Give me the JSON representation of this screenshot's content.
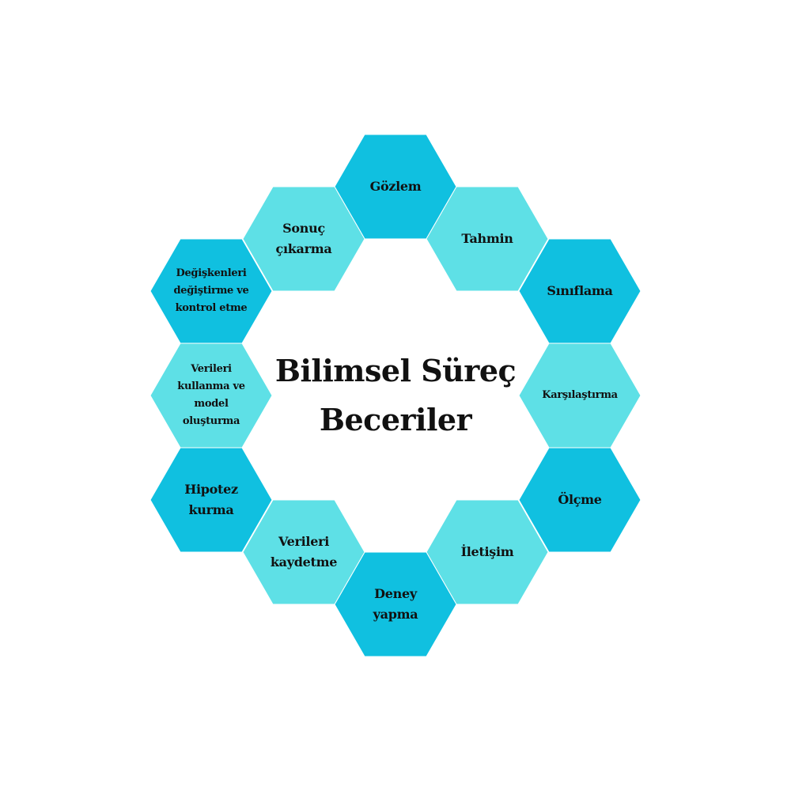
{
  "title": {
    "line1": "Bilimsel Süreç",
    "line2": "Beceriler"
  },
  "colors": {
    "dark": "#10c0e0",
    "light": "#5ee0e6",
    "text": "#111111"
  },
  "skills": [
    {
      "label": "Gözlem",
      "tone": "dark"
    },
    {
      "label": "Tahmin",
      "tone": "light"
    },
    {
      "label": "Sınıflama",
      "tone": "dark"
    },
    {
      "label": "Karşılaştırma",
      "tone": "light"
    },
    {
      "label": "Ölçme",
      "tone": "dark"
    },
    {
      "label": "İletişim",
      "tone": "light"
    },
    {
      "label": "Deney yapma",
      "tone": "dark"
    },
    {
      "label": "Verileri kaydetme",
      "tone": "light"
    },
    {
      "label": "Hipotez kurma",
      "tone": "dark"
    },
    {
      "label": "Verileri kullanma ve model oluşturma",
      "tone": "light"
    },
    {
      "label": "Değişkenleri değiştirme ve kontrol etme",
      "tone": "dark"
    },
    {
      "label": "Sonuç çıkarma",
      "tone": "light"
    }
  ]
}
